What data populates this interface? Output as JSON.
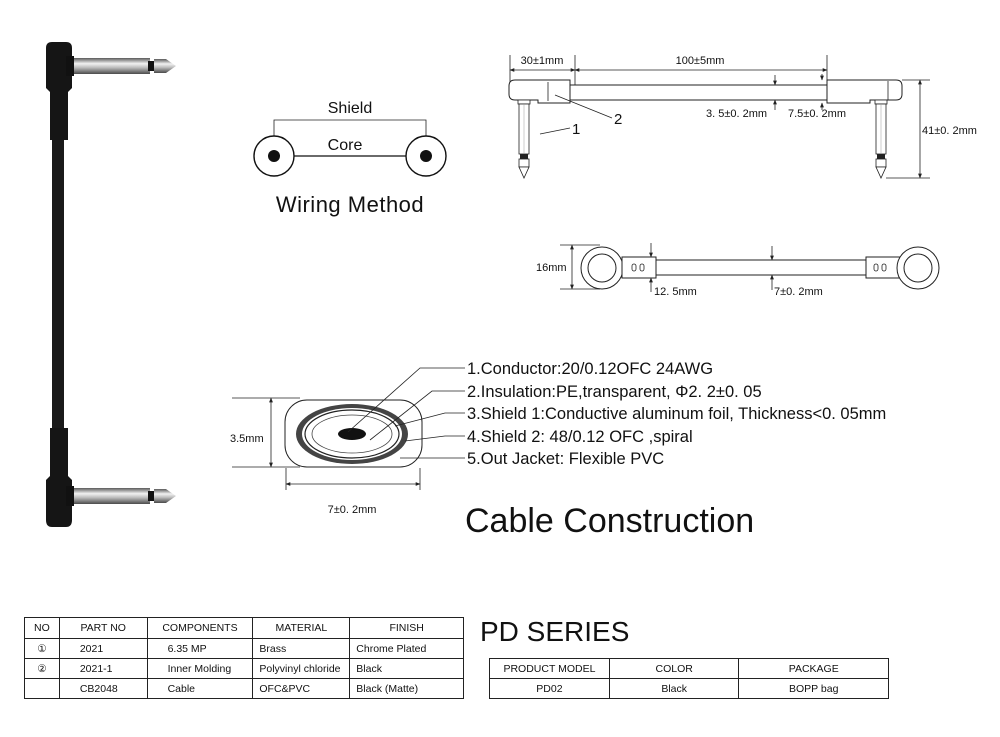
{
  "wiring": {
    "shield_label": "Shield",
    "core_label": "Core",
    "title": "Wiring Method"
  },
  "side_view": {
    "left_length": "30±1mm",
    "cable_length": "100±5mm",
    "callout_1": "1",
    "callout_2": "2",
    "cable_thickness": "3. 5±0. 2mm",
    "plug_width": "7.5±0. 2mm",
    "height": "41±0. 2mm"
  },
  "top_view": {
    "plug_height": "16mm",
    "body_width": "12. 5mm",
    "cable_width": "7±0. 2mm"
  },
  "cross_section": {
    "height": "3.5mm",
    "width": "7±0. 2mm",
    "layers": [
      "1.Conductor:20/0.12OFC 24AWG",
      "2.Insulation:PE,transparent, Φ2. 2±0. 05",
      "3.Shield 1:Conductive aluminum foil, Thickness<0. 05mm",
      "4.Shield 2: 48/0.12 OFC ,spiral",
      "5.Out Jacket: Flexible PVC"
    ],
    "title": "Cable Construction"
  },
  "parts_table": {
    "headers": [
      "NO",
      "PART NO",
      "COMPONENTS",
      "MATERIAL",
      "FINISH"
    ],
    "rows": [
      [
        "①",
        "2021",
        "6.35 MP",
        "Brass",
        "Chrome Plated"
      ],
      [
        "②",
        "2021-1",
        "Inner Molding",
        "Polyvinyl chloride",
        "Black"
      ],
      [
        "",
        "CB2048",
        "Cable",
        "OFC&PVC",
        "Black (Matte)"
      ]
    ]
  },
  "series_title": "PD SERIES",
  "product_table": {
    "headers": [
      "PRODUCT MODEL",
      "COLOR",
      "PACKAGE"
    ],
    "rows": [
      [
        "PD02",
        "Black",
        "BOPP  bag"
      ]
    ]
  },
  "colors": {
    "jack_body": "#151515",
    "metal_light": "#e8e8e8",
    "metal_dark": "#6a6a6a",
    "cable": "#1a1a1a"
  }
}
